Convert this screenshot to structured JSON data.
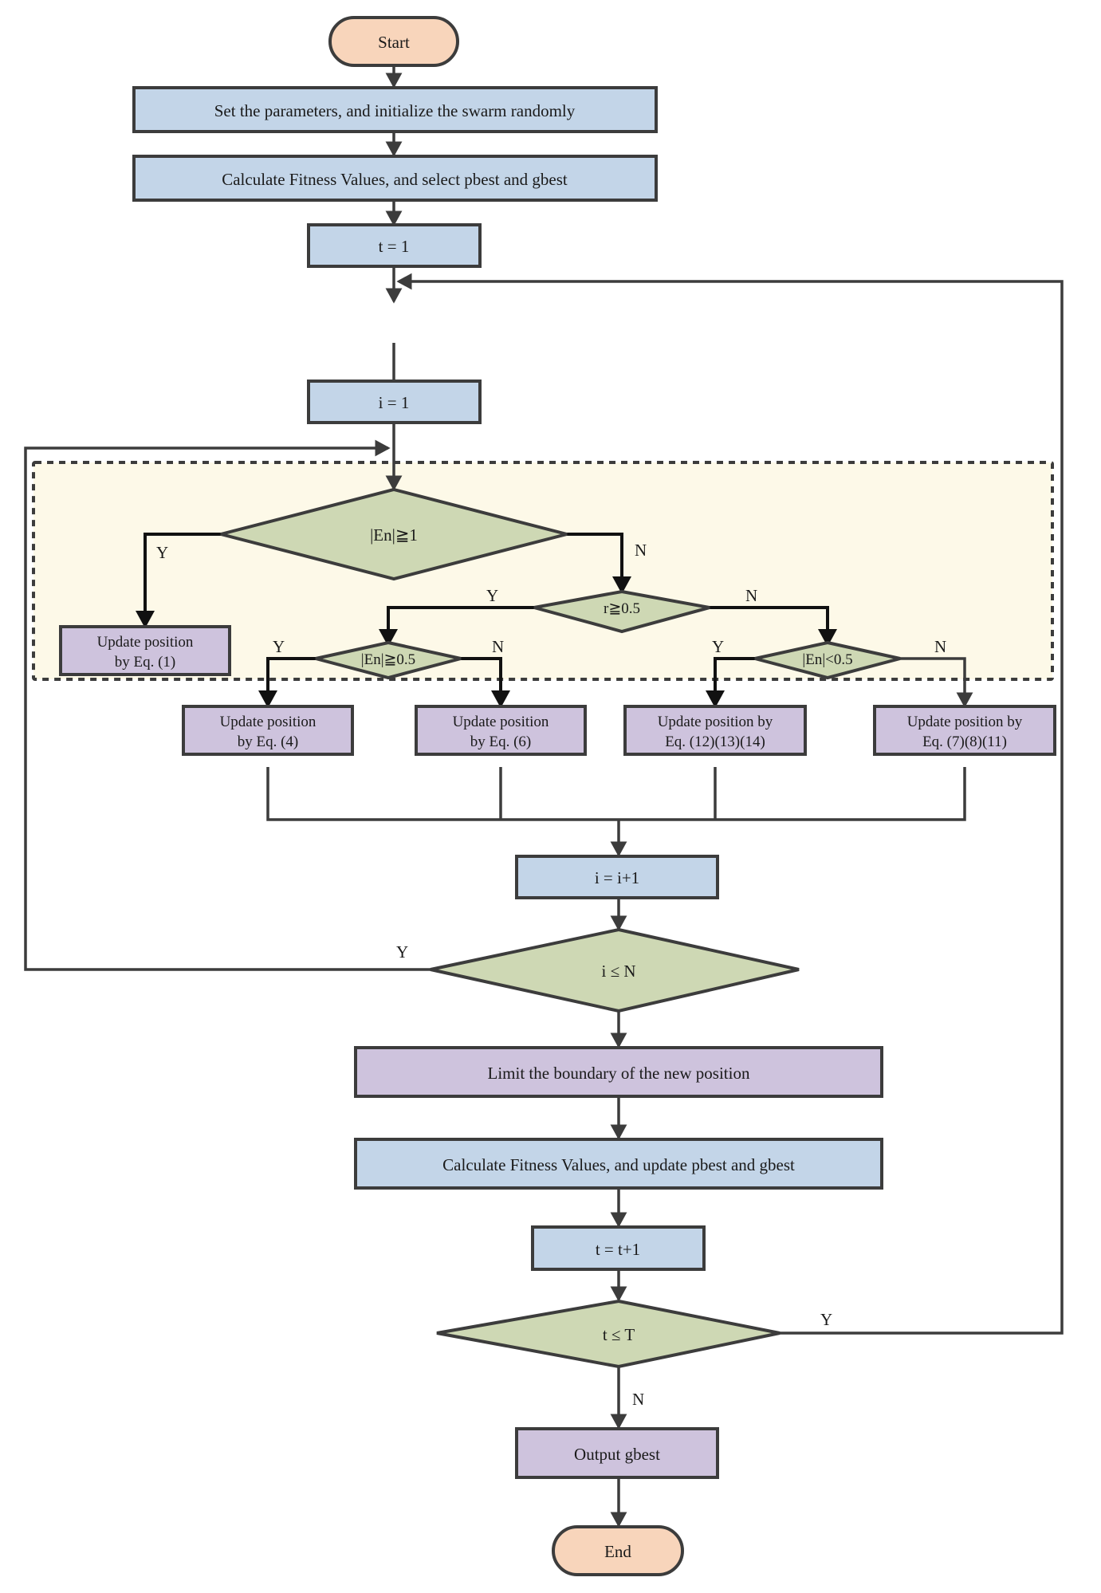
{
  "diagram": {
    "title": "Algorithm flowchart",
    "colors": {
      "terminator": "#f8d5bb",
      "process": "#c3d5e8",
      "decision": "#ced8b4",
      "update": "#cec3dd",
      "group_bg": "#fdf9e8",
      "stroke": "#3c3c3c",
      "text": "#1a1a1a"
    },
    "nodes": {
      "start": "Start",
      "init": "Set the parameters, and initialize the swarm randomly",
      "calc_select": "Calculate Fitness Values, and select pbest and gbest",
      "t_init": "t = 1",
      "i_init": "i = 1",
      "dec_en1": "|En|≧1",
      "dec_r05": "r≧0.5",
      "dec_en05_ge": "|En|≧0.5",
      "dec_en05_lt": "|En|<0.5",
      "upd_eq1_l1": "Update position",
      "upd_eq1_l2": "by Eq. (1)",
      "upd_eq4_l1": "Update position",
      "upd_eq4_l2": "by Eq. (4)",
      "upd_eq6_l1": "Update position",
      "upd_eq6_l2": "by Eq. (6)",
      "upd_eq121314_l1": "Update position by",
      "upd_eq121314_l2": "Eq. (12)(13)(14)",
      "upd_eq7811_l1": "Update position by",
      "upd_eq7811_l2": "Eq. (7)(8)(11)",
      "i_inc": "i = i+1",
      "dec_i_le_n": "i ≤ N",
      "limit_boundary": "Limit the boundary of the new position",
      "calc_update": "Calculate Fitness Values, and update pbest and gbest",
      "t_inc": "t = t+1",
      "dec_t_le_t": "t ≤ T",
      "output": "Output gbest",
      "end": "End"
    },
    "branch_labels": {
      "en1_yes": "Y",
      "en1_no": "N",
      "r05_yes": "Y",
      "r05_no": "N",
      "en05ge_yes": "Y",
      "en05ge_no": "N",
      "en05lt_yes": "Y",
      "en05lt_no": "N",
      "i_le_n_yes": "Y",
      "t_le_t_yes": "Y",
      "t_le_t_no": "N"
    }
  }
}
